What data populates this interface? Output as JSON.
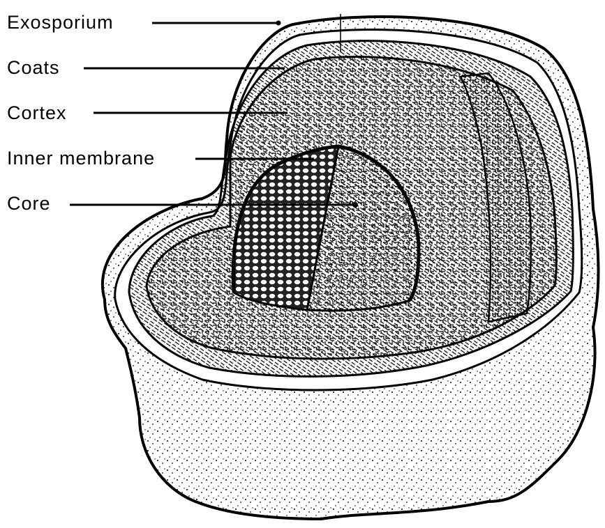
{
  "diagram": {
    "labels": {
      "exosporium": "Exosporium",
      "coats": "Coats",
      "cortex": "Cortex",
      "inner_membrane": "Inner membrane",
      "core": "Core"
    }
  }
}
